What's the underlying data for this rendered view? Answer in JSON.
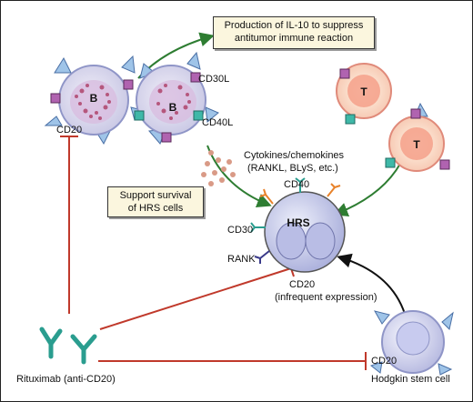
{
  "boxes": {
    "il10_line1": "Production of IL-10 to suppress",
    "il10_line2": "antitumor immune reaction",
    "survival_line1": "Support survival",
    "survival_line2": "of HRS cells"
  },
  "labels": {
    "b_cell": "B",
    "t_cell": "T",
    "hrs_cell": "HRS",
    "cd20_left": "CD20",
    "cd30l": "CD30L",
    "cd40l": "CD40L",
    "cytokines_line1": "Cytokines/chemokines",
    "cytokines_line2": "(RANKL, BLyS, etc.)",
    "cd40": "CD40",
    "cd30": "CD30",
    "rank": "RANK",
    "cd20_hrs_line1": "CD20",
    "cd20_hrs_line2": "(infrequent expression)",
    "rituximab": "Rituximab (anti-CD20)",
    "cd20_stem": "CD20",
    "hodgkin_stem": "Hodgkin stem cell"
  },
  "colors": {
    "green_arrow": "#2e7d32",
    "red_inhibit": "#c0392b",
    "antibody": "#2a9d8f",
    "b_cell_border": "#8f95c7",
    "t_cell_border": "#e08a7a",
    "hrs_fill": "#c9cdea"
  }
}
